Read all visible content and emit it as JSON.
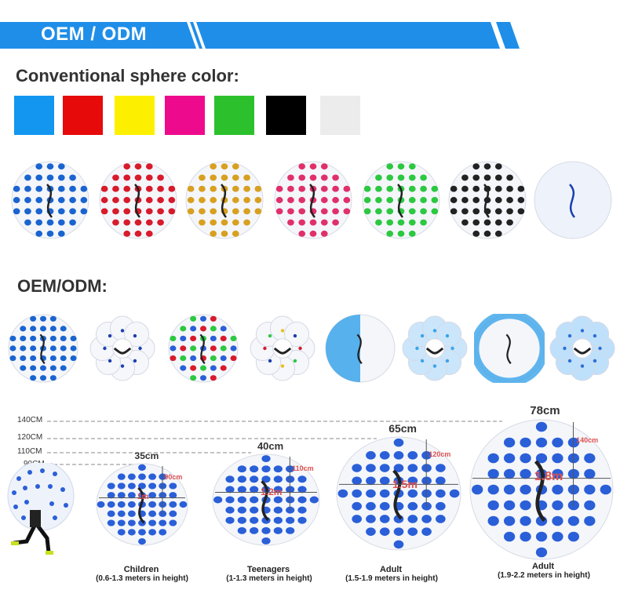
{
  "banner": {
    "title": "OEM / ODM",
    "color": "#1f8ee8"
  },
  "section1": {
    "heading": "Conventional sphere color:",
    "swatches": [
      "#1296f0",
      "#e60a0a",
      "#fcf000",
      "#ee0a8c",
      "#2cc12c",
      "#000000",
      "#ececec"
    ],
    "ball_colors": [
      "#1a64d0",
      "#d81a2a",
      "#d8a020",
      "#e0306a",
      "#2cc840",
      "#222222",
      "#c8d4f0"
    ]
  },
  "section2": {
    "heading": "OEM/ODM:"
  },
  "sizes": {
    "scale_labels": [
      "140CM",
      "120CM",
      "110CM",
      "90CM"
    ],
    "items": [
      {
        "diameter": "35cm",
        "height": "90cm",
        "size": "1m",
        "title": "Children",
        "range": "(0.6-1.3 meters in height)"
      },
      {
        "diameter": "40cm",
        "height": "110cm",
        "size": "1.2m",
        "title": "Teenagers",
        "range": "(1-1.3 meters in height)"
      },
      {
        "diameter": "65cm",
        "height": "120cm",
        "size": "1.5m",
        "title": "Adult",
        "range": "(1.5-1.9 meters in height)"
      },
      {
        "diameter": "78cm",
        "height": "140cm",
        "size": "1.8m",
        "title": "Adult",
        "range": "(1.9-2.2 meters in height)"
      }
    ]
  }
}
